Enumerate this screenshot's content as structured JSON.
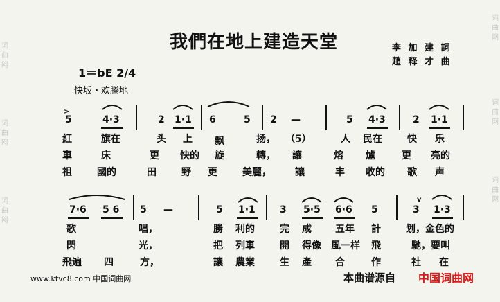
{
  "watermark_side": "词 曲 网",
  "title": "我們在地上建造天堂",
  "credits": {
    "lyricist": "李 加 建 詞",
    "composer": "趙 释 才 曲"
  },
  "key": "1＝bE  2/4",
  "tempo": "快坂・欢腾地",
  "line1_numbers": [
    "5",
    "4·3",
    "2",
    "1·1",
    "6",
    "5",
    "2",
    "—",
    "5",
    "4·3",
    "2",
    "1·1"
  ],
  "line1_verse1": [
    "紅",
    "旗在",
    "头",
    "上",
    "飘",
    "扬，",
    "（5）",
    "人",
    "民在",
    "快",
    "乐"
  ],
  "line1_verse2": [
    "車",
    "床",
    "更",
    "快的",
    "旋",
    "轉，",
    "讓",
    "熔",
    "爐",
    "更",
    "亮的"
  ],
  "line1_verse3": [
    "祖",
    "國的",
    "田",
    "野",
    "更",
    "美麗，",
    "讓",
    "丰",
    "收的",
    "歌",
    "声"
  ],
  "line2_numbers": [
    "7·6",
    "5 6",
    "5",
    "—",
    "5",
    "1·1",
    "3",
    "5·5",
    "6·6",
    "5",
    "3",
    "1·3"
  ],
  "line2_verse1": [
    "歌",
    "唱，",
    "勝",
    "利的",
    "完",
    "成",
    "五年",
    "計",
    "划，金色的"
  ],
  "line2_verse2": [
    "閃",
    "光，",
    "把",
    "列車",
    "開",
    "得像",
    "風一样",
    "飛",
    "馳，要叫"
  ],
  "line2_verse3": [
    "飛遍",
    "四",
    "方，",
    "讓",
    "農業",
    "生",
    "產",
    "合",
    "作",
    "社",
    "在"
  ],
  "footer": {
    "url": "www.ktvc8.com 中国词曲网",
    "source": "本曲谱源自",
    "brand": "中国词曲网"
  },
  "colors": {
    "brand": "#e01818",
    "paper": "#f4f4ef",
    "ink": "#111111"
  }
}
